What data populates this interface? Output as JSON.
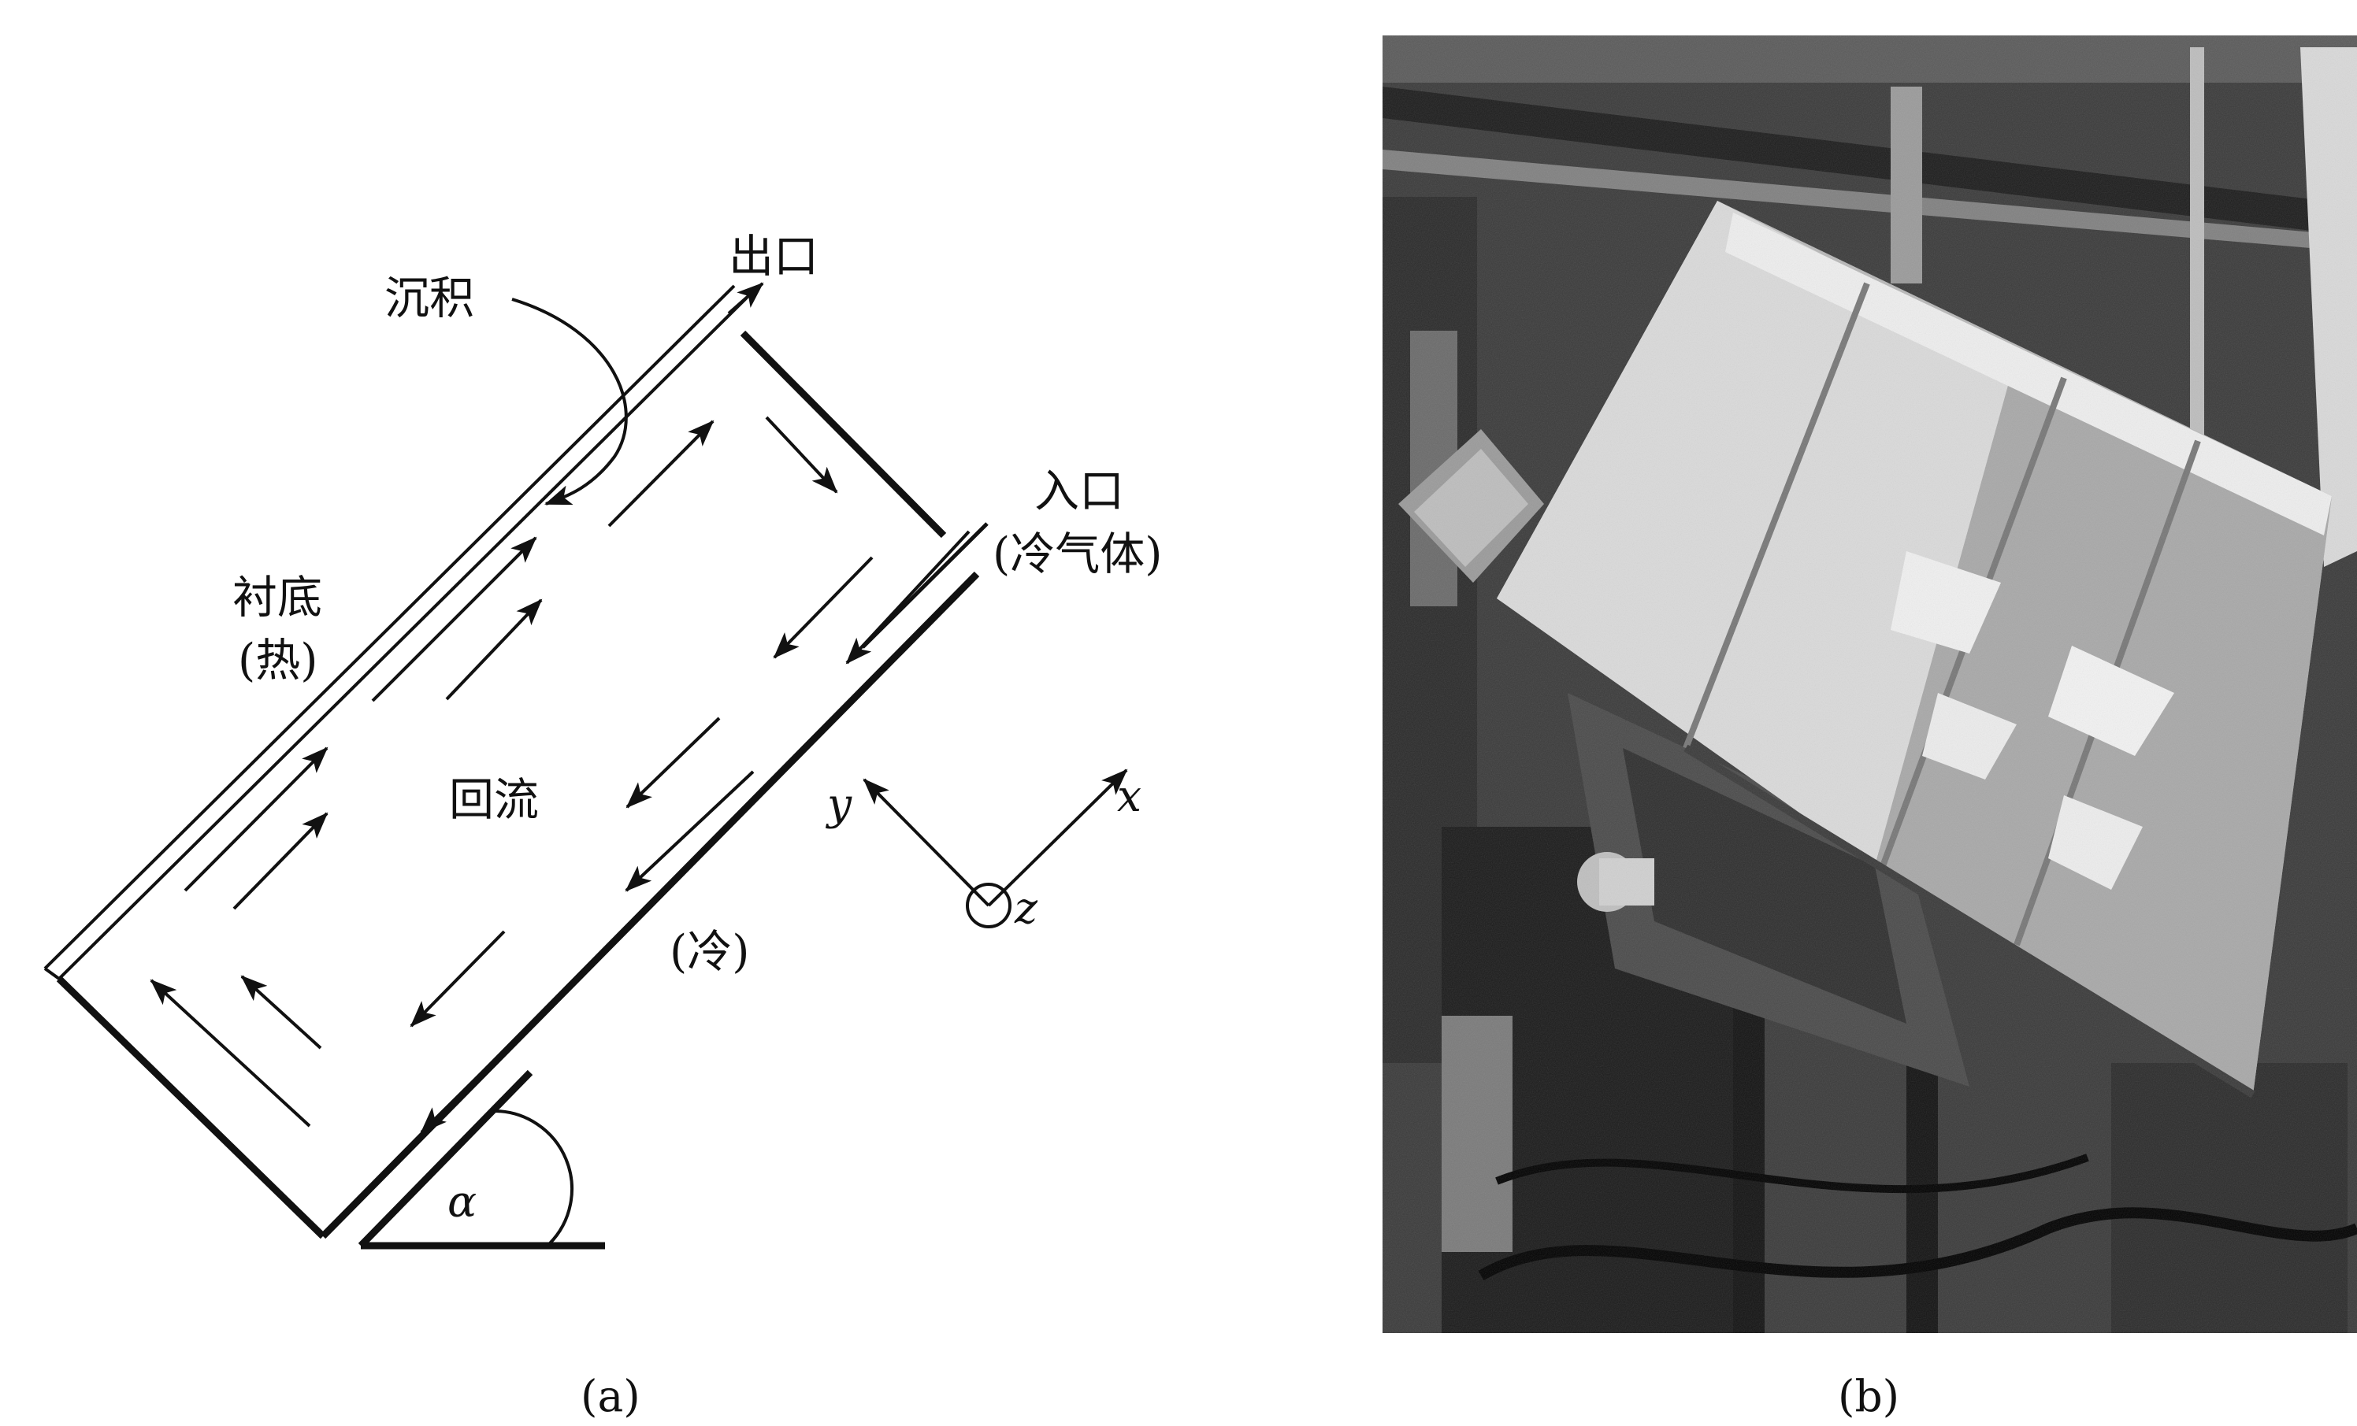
{
  "panel_a": {
    "labels": {
      "outlet": "出口",
      "deposition": "沉积",
      "inlet": "入口",
      "inlet_sub": "(冷气体)",
      "substrate": "衬底",
      "substrate_sub": "(热)",
      "recirculation": "回流",
      "cold": "(冷)",
      "angle": "α",
      "axis_x": "x",
      "axis_y": "y",
      "axis_z": "z"
    },
    "caption": "(a)"
  },
  "panel_b": {
    "caption": "(b)"
  },
  "colors": {
    "ink": "#111111",
    "background": "#ffffff"
  }
}
